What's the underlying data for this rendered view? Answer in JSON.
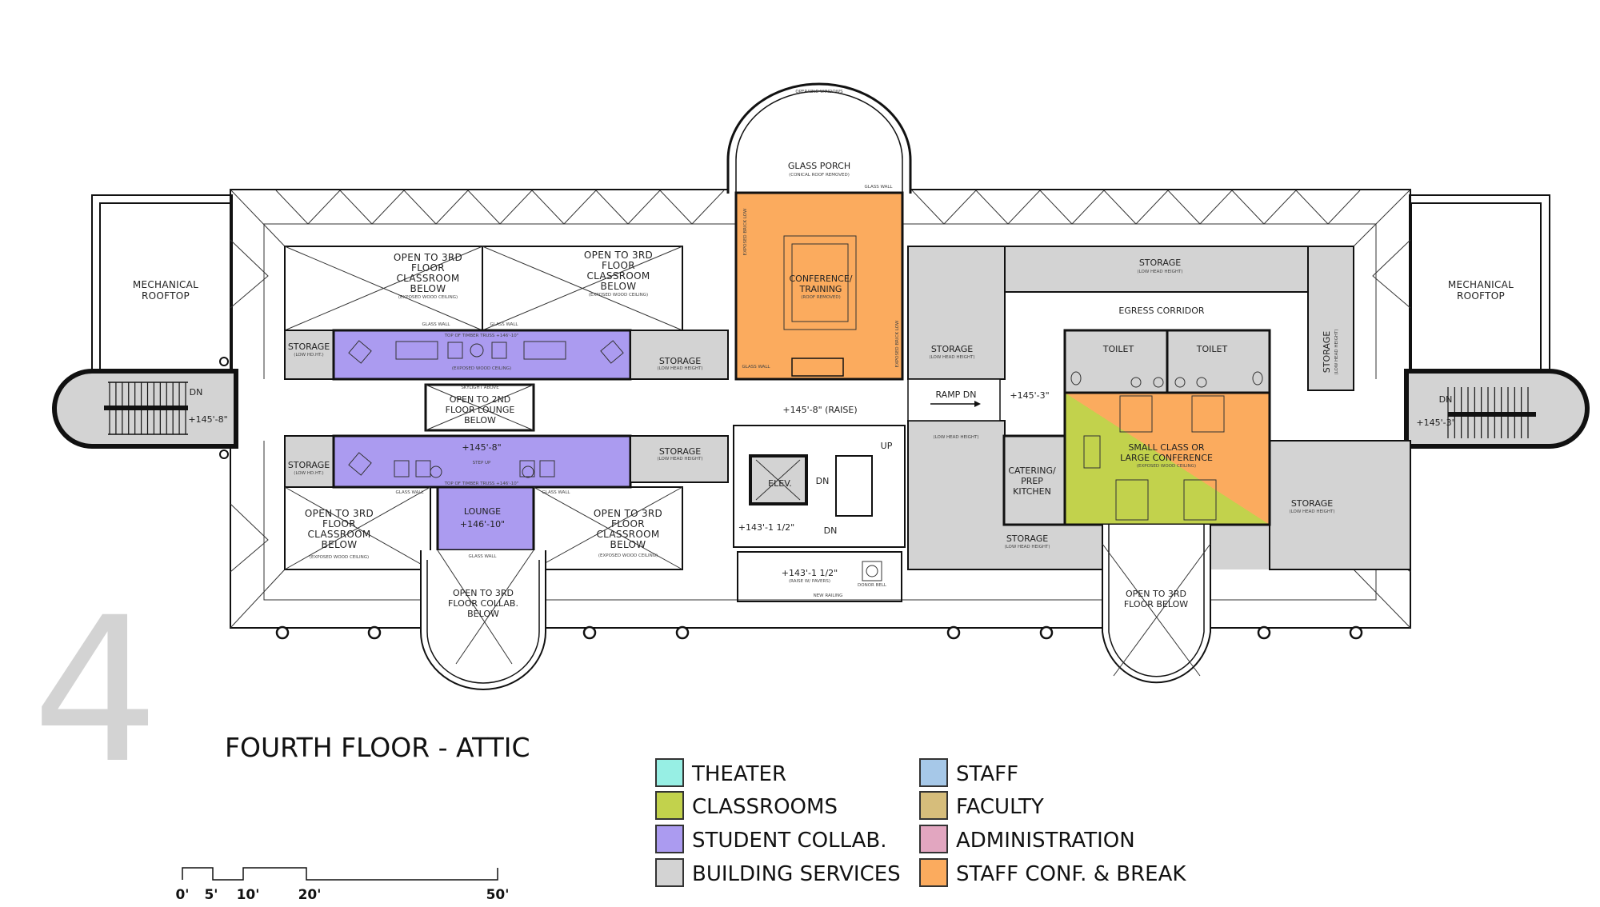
{
  "title": "FOURTH FLOOR - ATTIC",
  "floor_number": "4",
  "colors": {
    "student_collab": "#ab9bf0",
    "staff_conf": "#fbab5e",
    "classrooms": "#c2d24c",
    "building_services": "#d3d3d3"
  },
  "rooms": {
    "mech_left": [
      "MECHANICAL",
      "ROOFTOP"
    ],
    "mech_right": [
      "MECHANICAL",
      "ROOFTOP"
    ],
    "open_top_left": [
      "OPEN TO 3RD",
      "FLOOR",
      "CLASSROOM",
      "BELOW"
    ],
    "open_top_right": [
      "OPEN TO 3RD",
      "FLOOR",
      "CLASSROOM",
      "BELOW"
    ],
    "open_bot_left": [
      "OPEN TO 3RD",
      "FLOOR",
      "CLASSROOM",
      "BELOW"
    ],
    "open_bot_right": [
      "OPEN TO 3RD",
      "FLOOR",
      "CLASSROOM",
      "BELOW"
    ],
    "exposed_wood": "(EXPOSED WOOD CEILING)",
    "glass_wall": "GLASS WALL",
    "truss": "TOP OF TIMBER TRUSS +146'-10\"",
    "storage": "STORAGE",
    "low_hd": "(LOW HD.HT.)",
    "low_head": "(LOW HEAD HEIGHT)",
    "open_2nd": [
      "OPEN TO 2ND",
      "FLOOR LOUNGE",
      "BELOW"
    ],
    "skylight": "SKYLIGHT ABOVE",
    "elev_145_8": "+145'-8\"",
    "step_up": "STEP UP",
    "lounge": [
      "LOUNGE",
      "+146'-10\""
    ],
    "open_collab": [
      "OPEN TO 3RD",
      "FLOOR COLLAB.",
      "BELOW"
    ],
    "operable_windows": "OPERABLE WINDOWS",
    "glass_porch": "GLASS PORCH",
    "conical": "(CONICAL ROOF REMOVED)",
    "conference": [
      "CONFERENCE/",
      "TRAINING"
    ],
    "roof_removed": "(ROOF REMOVED)",
    "exposed_brick": "EXPOSED BRICK LOW",
    "raise": "+145'-8\" (RAISE)",
    "elev": "ELEV.",
    "up": "UP",
    "dn": "DN",
    "elev_143": "+143'-1 1/2\"",
    "raise_pavers": "(RAISE W/ PAVERS)",
    "donor_bell": "DONOR BELL",
    "new_railing": "NEW RAILING",
    "ramp_dn": "RAMP DN",
    "elev_145_3": "+145'-3\"",
    "egress": "EGRESS CORRIDOR",
    "toilet": "TOILET",
    "small_class": [
      "SMALL CLASS OR",
      "LARGE CONFERENCE"
    ],
    "catering": [
      "CATERING/",
      "PREP",
      "KITCHEN"
    ],
    "open_3rd_right": [
      "OPEN TO 3RD",
      "FLOOR BELOW"
    ]
  },
  "legend": [
    {
      "label": "THEATER",
      "color": "#97efe4"
    },
    {
      "label": "CLASSROOMS",
      "color": "#c2d24c"
    },
    {
      "label": "STUDENT COLLAB.",
      "color": "#ab9bf0"
    },
    {
      "label": "BUILDING SERVICES",
      "color": "#d3d3d3"
    },
    {
      "label": "STAFF",
      "color": "#a6c8e8"
    },
    {
      "label": "FACULTY",
      "color": "#d6bd7b"
    },
    {
      "label": "ADMINISTRATION",
      "color": "#e2a6c0"
    },
    {
      "label": "STAFF CONF. & BREAK",
      "color": "#fbab5e"
    }
  ],
  "scale": [
    "0'",
    "5'",
    "10'",
    "20'",
    "50'"
  ]
}
